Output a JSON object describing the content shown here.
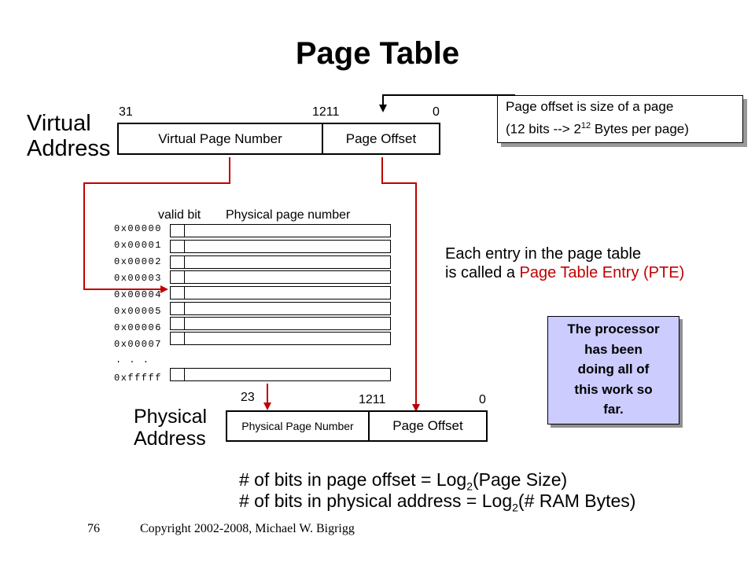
{
  "title": "Page Table",
  "virtual_address": {
    "label_line1": "Virtual",
    "label_line2": "Address",
    "bit_31": "31",
    "bit_12_11": "1211",
    "bit_0": "0",
    "vpn_label": "Virtual Page Number",
    "offset_label": "Page Offset"
  },
  "callout_offset": {
    "line1": "Page offset is size of  a page",
    "line2_prefix": "(12 bits --> 2",
    "line2_exp": "12",
    "line2_suffix": " Bytes per page)"
  },
  "page_table": {
    "valid_bit_header": "valid bit",
    "ppn_header": "Physical page number",
    "rows": [
      "0x00000",
      "0x00001",
      "0x00002",
      "0x00003",
      "0x00004",
      "0x00005",
      "0x00006",
      "0x00007"
    ],
    "ellipsis": ". . .",
    "last_row": "0xfffff"
  },
  "pte_note": {
    "line1": "Each entry in the page table",
    "line2_prefix": "is called a ",
    "line2_highlight": " Page Table Entry (PTE)",
    "highlight_color": "#c00000"
  },
  "processor_note": {
    "line1": "The processor",
    "line2": "has been",
    "line3": "doing all of",
    "line4": "this work so",
    "line5": "far."
  },
  "physical_address": {
    "label_line1": "Physical",
    "label_line2": "Address",
    "bit_23": "23",
    "bit_12_11": "1211",
    "bit_0": "0",
    "ppn_label": "Physical Page Number",
    "offset_label": "Page Offset"
  },
  "formulas": {
    "f1_prefix": "# of bits in page offset = Log",
    "f1_sub": "2",
    "f1_suffix": "(Page Size)",
    "f2_prefix": "# of bits in physical address = Log",
    "f2_sub": "2",
    "f2_suffix": "(# RAM Bytes)"
  },
  "footer": {
    "slide_number": "76",
    "copyright": "Copyright 2002-2008, Michael W. Bigrigg"
  },
  "colors": {
    "arrow": "#c00000",
    "processor_box": "#ccccff"
  }
}
